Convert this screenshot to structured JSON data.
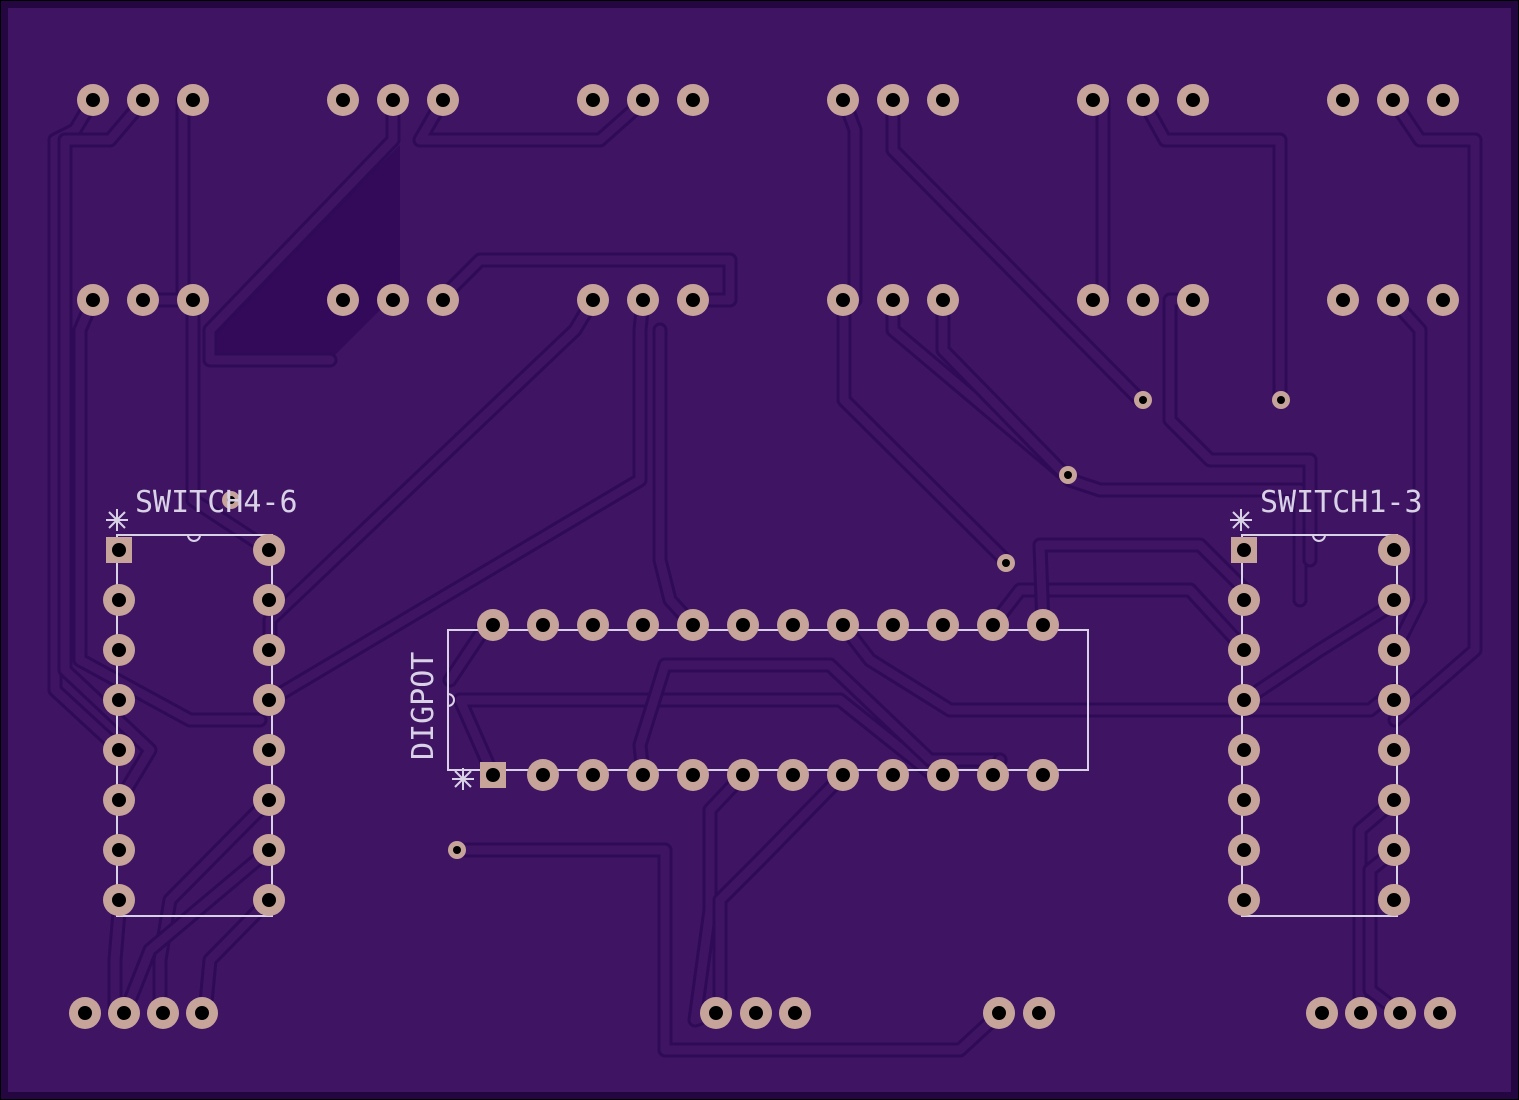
{
  "board": {
    "colors": {
      "substrate": "#3e1463",
      "copper_trace": "#2f0a57",
      "pad": "#c6a49a",
      "drill": "#000000",
      "silkscreen": "#d9d2e6",
      "edge": "#240640"
    }
  },
  "components": {
    "switch_left": {
      "label": "SWITCH4-6"
    },
    "switch_right": {
      "label": "SWITCH1-3"
    },
    "digpot": {
      "label": "DIGPOT"
    }
  }
}
